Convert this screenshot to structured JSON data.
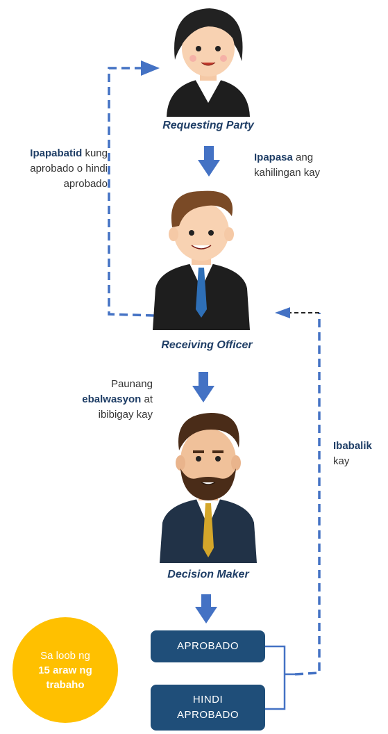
{
  "roles": {
    "requesting": "Requesting Party",
    "receiving": "Receiving Officer",
    "decision": "Decision Maker"
  },
  "notes": {
    "left_top": {
      "bold": "Ipapabatid",
      "rest1": " kung",
      "line2": "aprobado o hindi",
      "line3": "aprobado"
    },
    "right_top": {
      "bold": "Ipapasa",
      "rest1": " ang",
      "line2": "kahilingan kay"
    },
    "left_mid": {
      "line1": "Paunang",
      "bold": "ebalwasyon",
      "rest2": " at",
      "line3": "ibibigay kay"
    },
    "right_mid": {
      "bold": "Ibabalik",
      "line2": "kay"
    }
  },
  "outcomes": {
    "approved": "APROBADO",
    "not_approved_1": "HINDI",
    "not_approved_2": "APROBADO"
  },
  "badge": {
    "line1": "Sa loob ng",
    "line2": "15 araw ng",
    "line3": "trabaho"
  },
  "colors": {
    "accent": "#4472c4",
    "dark_blue": "#1f4e79",
    "badge": "#ffc000"
  }
}
